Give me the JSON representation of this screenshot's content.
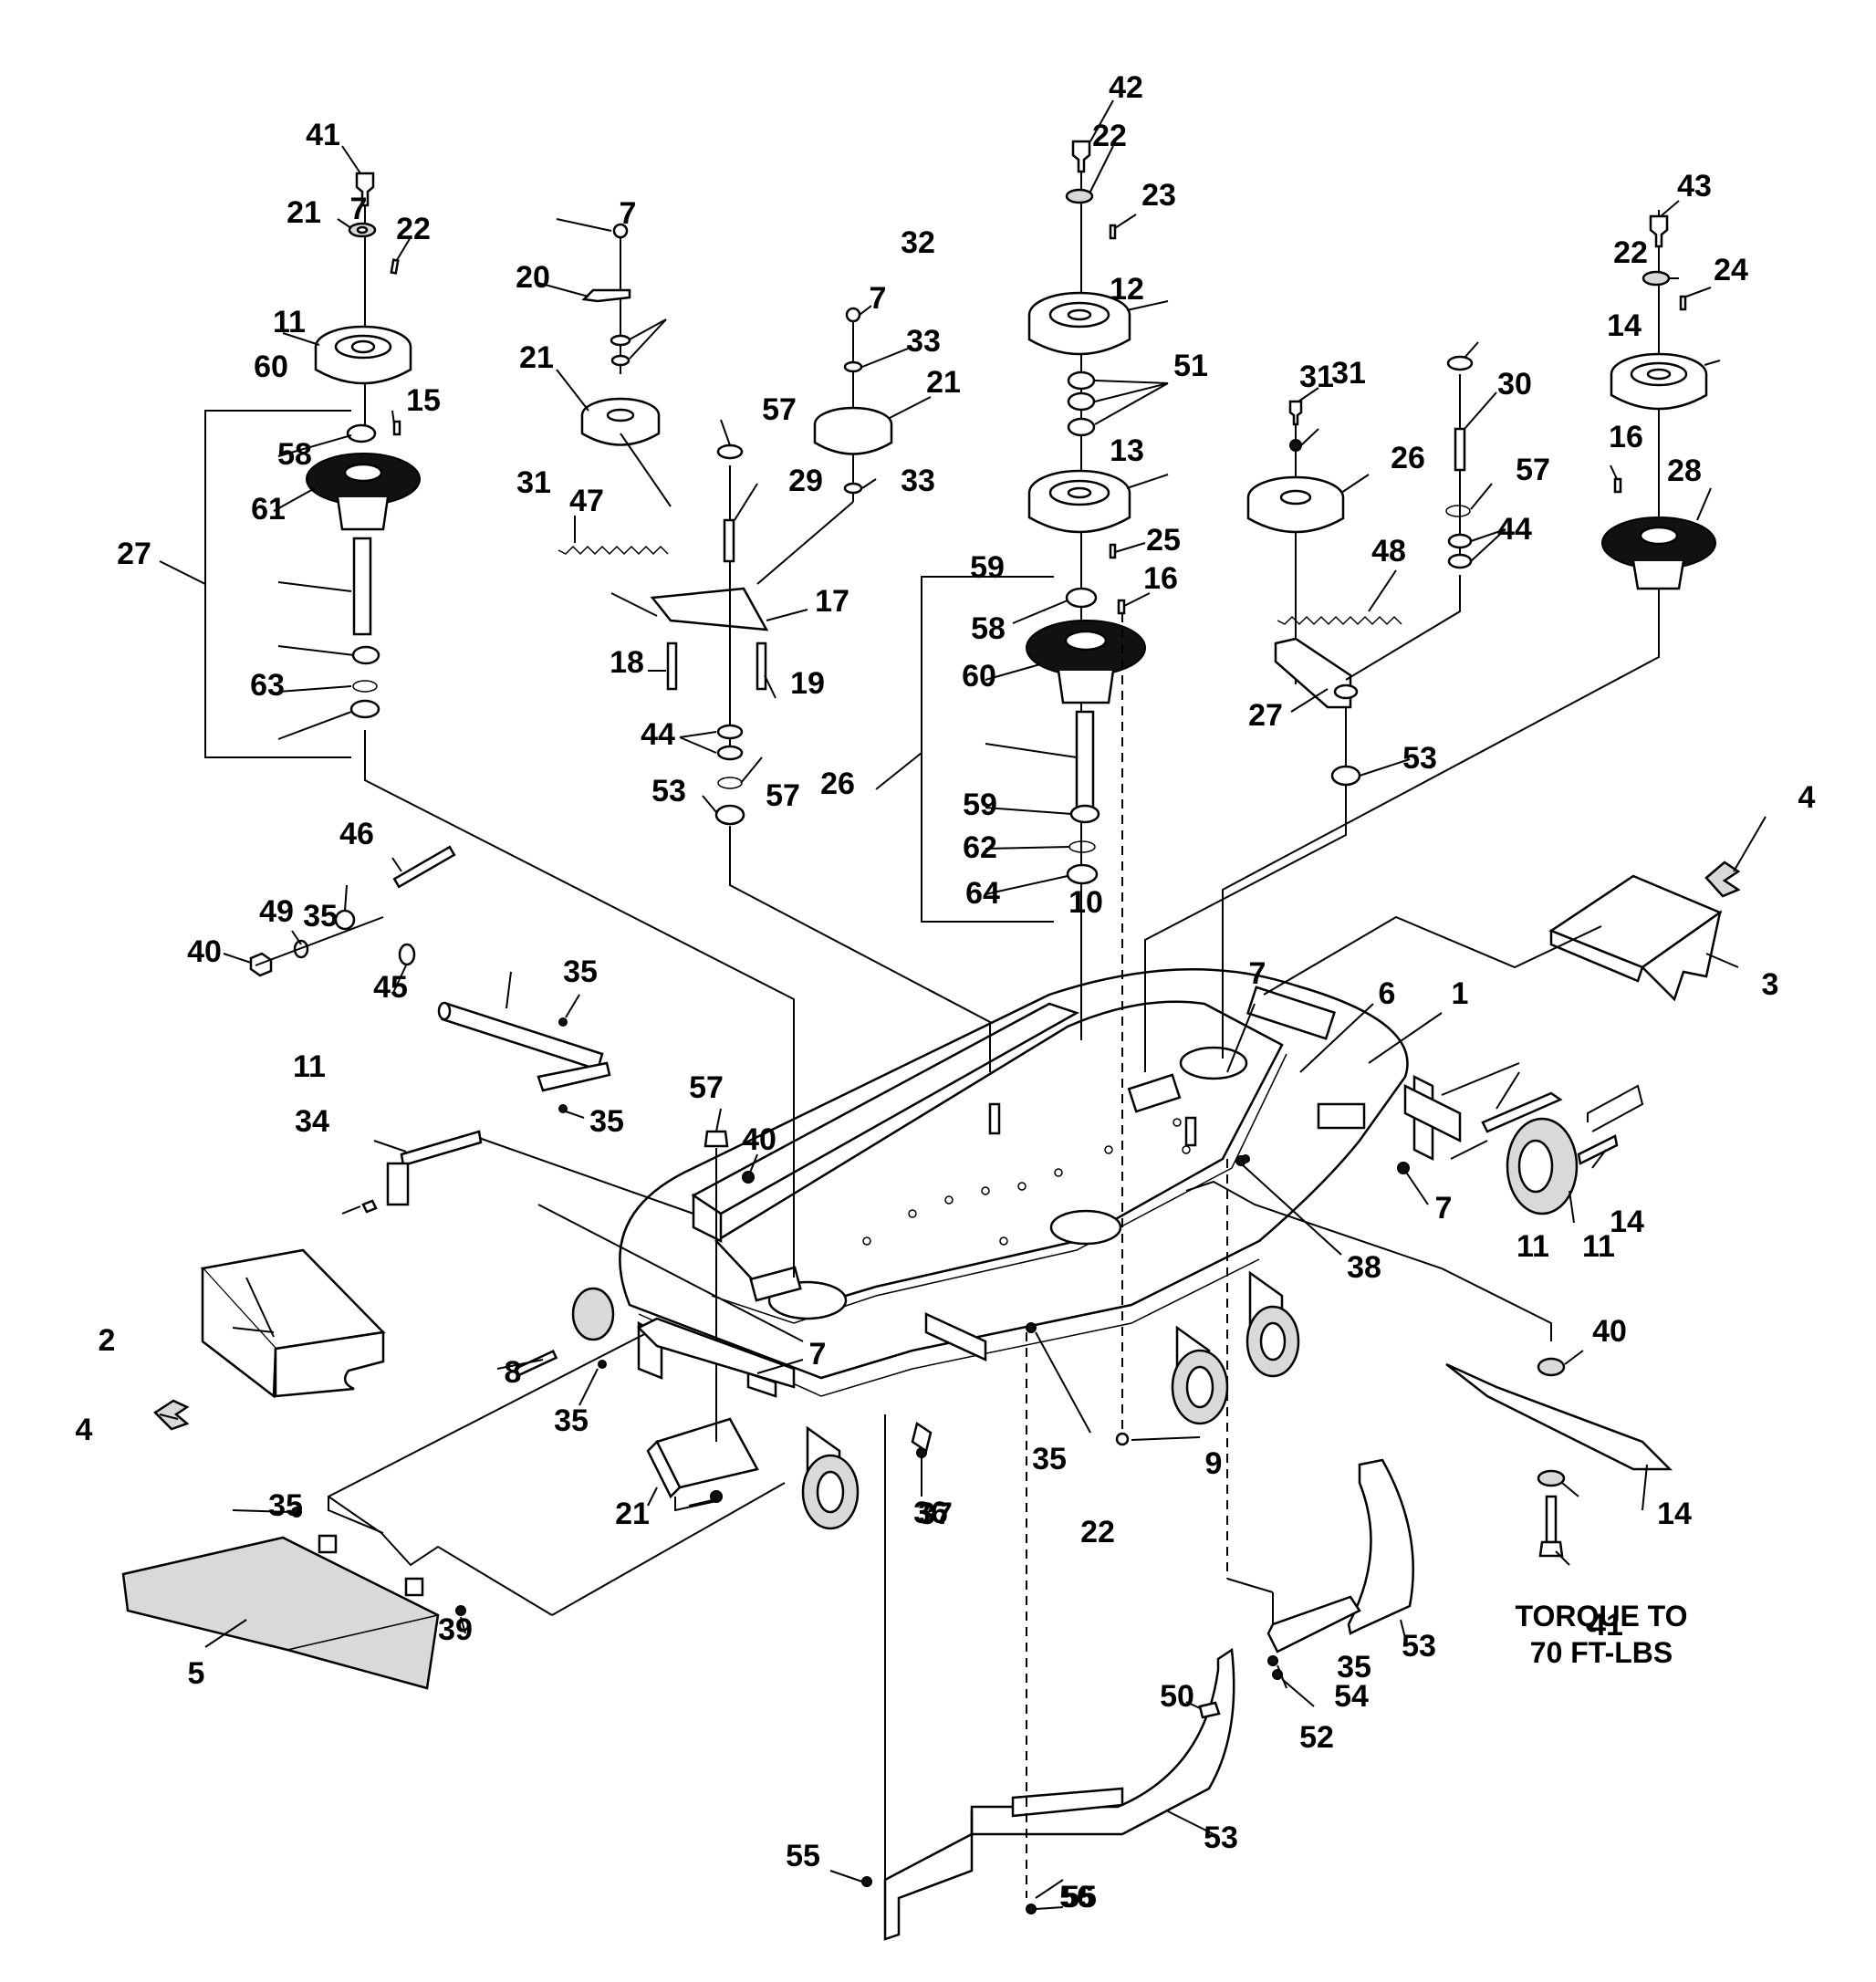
{
  "diagram": {
    "callouts": [
      "1",
      "2",
      "3",
      "4",
      "4",
      "5",
      "6",
      "7",
      "7",
      "7",
      "7",
      "7",
      "7",
      "8",
      "9",
      "10",
      "11",
      "11",
      "11",
      "11",
      "12",
      "13",
      "14",
      "14",
      "14",
      "15",
      "16",
      "16",
      "17",
      "18",
      "19",
      "20",
      "21",
      "21",
      "21",
      "21",
      "22",
      "22",
      "22",
      "22",
      "23",
      "24",
      "25",
      "26",
      "26",
      "27",
      "27",
      "28",
      "29",
      "30",
      "31",
      "31",
      "31",
      "32",
      "33",
      "33",
      "34",
      "35",
      "35",
      "35",
      "35",
      "35",
      "35",
      "35",
      "36",
      "37",
      "38",
      "39",
      "40",
      "40",
      "40",
      "41",
      "41",
      "42",
      "43",
      "44",
      "44",
      "45",
      "46",
      "47",
      "48",
      "49",
      "50",
      "51",
      "52",
      "53",
      "53",
      "53",
      "53",
      "54",
      "55",
      "55",
      "56",
      "57",
      "57",
      "57",
      "57",
      "58",
      "58",
      "59",
      "59",
      "60",
      "60",
      "61",
      "62",
      "63",
      "64"
    ],
    "torque_note_line1": "TORQUE TO",
    "torque_note_line2": "70 FT-LBS"
  }
}
